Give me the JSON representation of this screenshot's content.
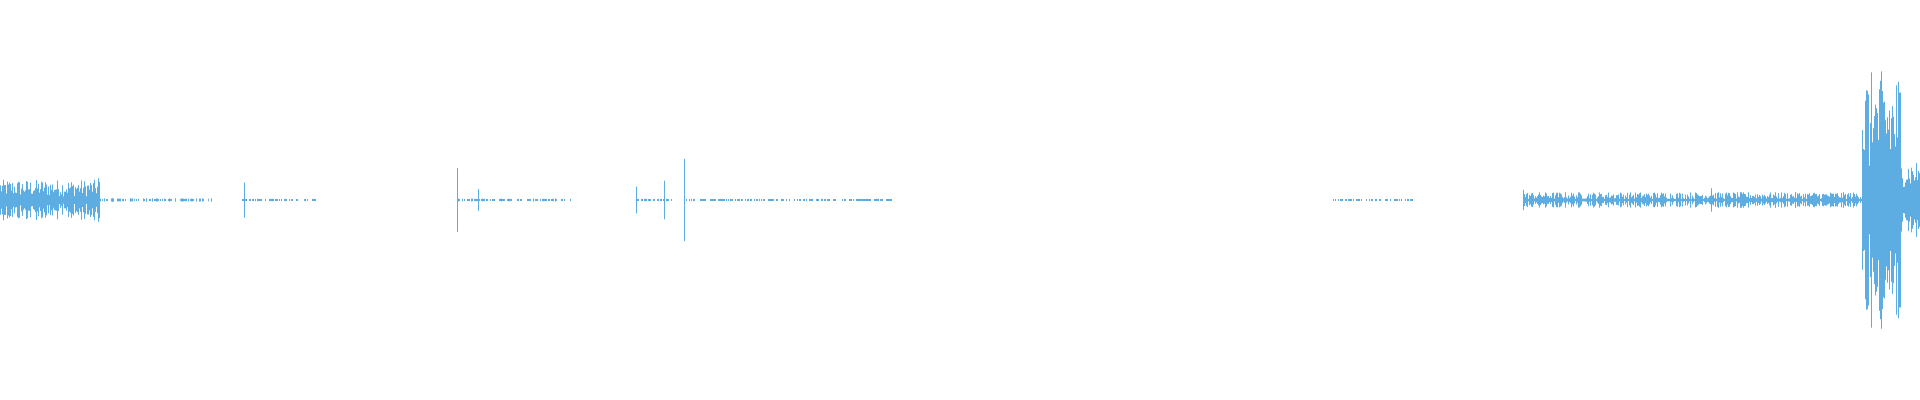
{
  "waveform": {
    "color": "#5dade2",
    "background": "#ffffff",
    "duration_fraction_axis": [
      0,
      1
    ],
    "amplitude_axis": [
      -1,
      1
    ],
    "segments": [
      {
        "start": 0.0,
        "end": 0.052,
        "level": 0.06,
        "jitter": 0.7
      },
      {
        "start": 0.052,
        "end": 0.112,
        "level": 0.006,
        "jitter": 0.5
      },
      {
        "start": 0.126,
        "end": 0.168,
        "level": 0.004,
        "jitter": 0.5
      },
      {
        "start": 0.238,
        "end": 0.298,
        "level": 0.005,
        "jitter": 0.5
      },
      {
        "start": 0.331,
        "end": 0.35,
        "level": 0.004,
        "jitter": 0.5
      },
      {
        "start": 0.356,
        "end": 0.465,
        "level": 0.004,
        "jitter": 0.5
      },
      {
        "start": 0.694,
        "end": 0.738,
        "level": 0.003,
        "jitter": 0.9
      },
      {
        "start": 0.794,
        "end": 0.97,
        "level": 0.022,
        "jitter": 0.8
      },
      {
        "start": 0.97,
        "end": 0.99,
        "level": 0.38,
        "jitter": 0.7
      },
      {
        "start": 0.99,
        "end": 1.0,
        "level": 0.13,
        "jitter": 0.5
      }
    ],
    "peaks": [
      {
        "pos": 0.051,
        "amp": 0.26
      },
      {
        "pos": 0.127,
        "amp": 0.21
      },
      {
        "pos": 0.238,
        "amp": 0.38
      },
      {
        "pos": 0.249,
        "amp": 0.13
      },
      {
        "pos": 0.331,
        "amp": 0.16
      },
      {
        "pos": 0.346,
        "amp": 0.23
      },
      {
        "pos": 0.356,
        "amp": 0.49
      },
      {
        "pos": 0.793,
        "amp": 0.12
      },
      {
        "pos": 0.891,
        "amp": 0.14
      },
      {
        "pos": 0.972,
        "amp": 0.85
      },
      {
        "pos": 0.976,
        "amp": 1.0
      },
      {
        "pos": 0.983,
        "amp": 0.55
      },
      {
        "pos": 0.988,
        "amp": 0.5
      }
    ]
  }
}
